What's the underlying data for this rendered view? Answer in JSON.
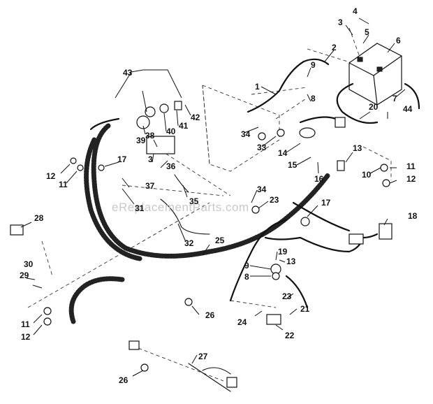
{
  "watermark": "eReplacementParts.com",
  "callouts": {
    "c1": "1",
    "c2": "2",
    "c3a": "3",
    "c3b": "3",
    "c4": "4",
    "c5": "5",
    "c6": "6",
    "c7": "7",
    "c8a": "8",
    "c8b": "8",
    "c9a": "9",
    "c9b": "9",
    "c10": "10",
    "c11a": "11",
    "c11b": "11",
    "c11c": "11",
    "c12a": "12",
    "c12b": "12",
    "c12c": "12",
    "c13a": "13",
    "c13b": "13",
    "c14": "14",
    "c15": "15",
    "c16": "16",
    "c17a": "17",
    "c17b": "17",
    "c18": "18",
    "c19": "19",
    "c20": "20",
    "c21": "21",
    "c22": "22",
    "c23a": "23",
    "c23b": "23",
    "c24": "24",
    "c25": "25",
    "c26a": "26",
    "c26b": "26",
    "c27": "27",
    "c28": "28",
    "c29": "29",
    "c30": "30",
    "c31": "31",
    "c32": "32",
    "c33": "33",
    "c34a": "34",
    "c34b": "34",
    "c35": "35",
    "c36": "36",
    "c37": "37",
    "c38": "38",
    "c39": "39",
    "c40": "40",
    "c41": "41",
    "c42": "42",
    "c43": "43",
    "c44": "44"
  }
}
